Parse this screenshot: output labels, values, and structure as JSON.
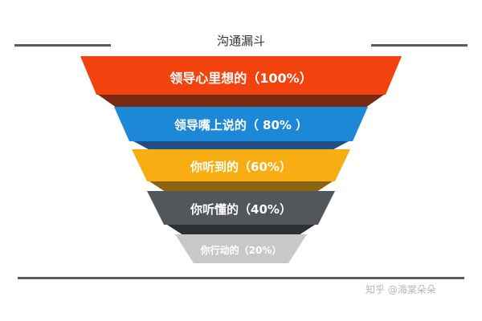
{
  "title": "沟通漏斗",
  "layers": [
    {
      "label": "领导心里想的（100%）",
      "color": "#f2420e"
    },
    {
      "label": "领导嘴上说的（ 80% ）",
      "color": "#1e88d8"
    },
    {
      "label": "你听到的（60%）",
      "color": "#f8ad12"
    },
    {
      "label": "你听懂的（40%）",
      "color": "#53575c"
    },
    {
      "label": "你行动的（20%）",
      "color": "#c8c8c8"
    }
  ],
  "watermark": "知乎 @海棠朵朵"
}
